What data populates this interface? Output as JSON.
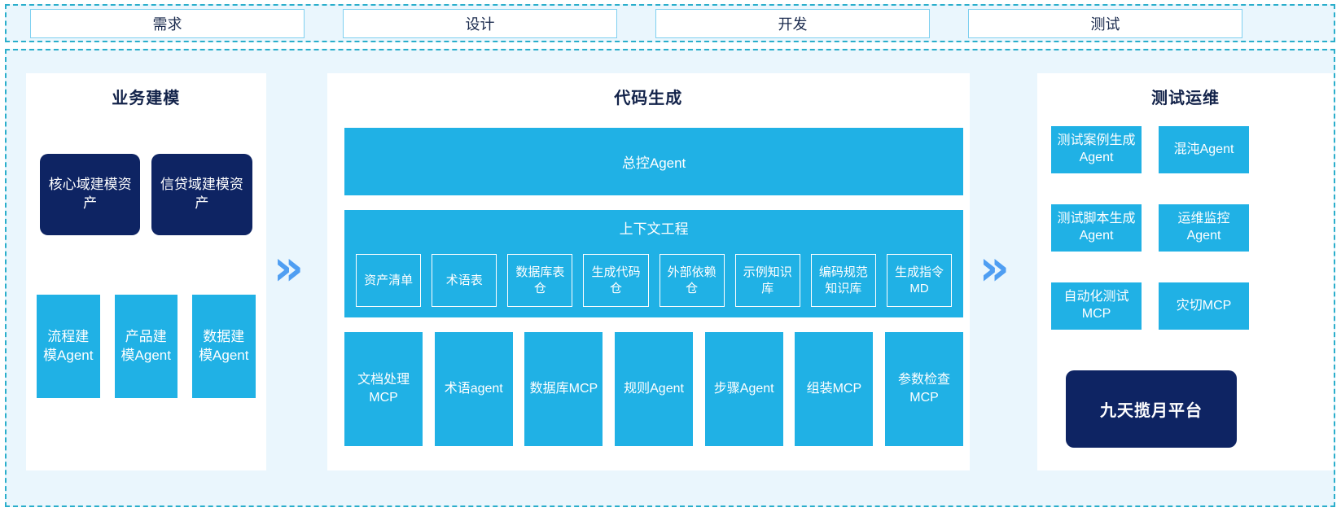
{
  "phases": [
    "需求",
    "设计",
    "开发",
    "测试"
  ],
  "chevron_glyph": "»",
  "panels": {
    "business_modeling": {
      "title": "业务建模",
      "assets": [
        "核心域建模资产",
        "信贷域建模资产"
      ],
      "agents": [
        "流程建模Agent",
        "产品建模Agent",
        "数据建模Agent"
      ]
    },
    "code_generation": {
      "title": "代码生成",
      "master_agent": "总控Agent",
      "context_engineering": {
        "title": "上下文工程",
        "items": [
          "资产清单",
          "术语表",
          "数据库表仓",
          "生成代码仓",
          "外部依赖仓",
          "示例知识库",
          "编码规范知识库",
          "生成指令MD"
        ]
      },
      "tools": [
        "文档处理MCP",
        "术语agent",
        "数据库MCP",
        "规则Agent",
        "步骤Agent",
        "组装MCP",
        "参数检查MCP"
      ]
    },
    "test_ops": {
      "title": "测试运维",
      "items": [
        "测试案例生成Agent",
        "混沌Agent",
        "测试脚本生成Agent",
        "运维监控Agent",
        "自动化测试MCP",
        "灾切MCP"
      ],
      "platform": "九天揽月平台"
    }
  },
  "colors": {
    "accent_cyan": "#20b1e5",
    "navy": "#0e2463",
    "dashed_border_teal": "#2aaecb",
    "container_bg": "#eaf6fd",
    "chevron_blue": "#4f9ef2",
    "phase_box_border": "#7fd0f0"
  }
}
